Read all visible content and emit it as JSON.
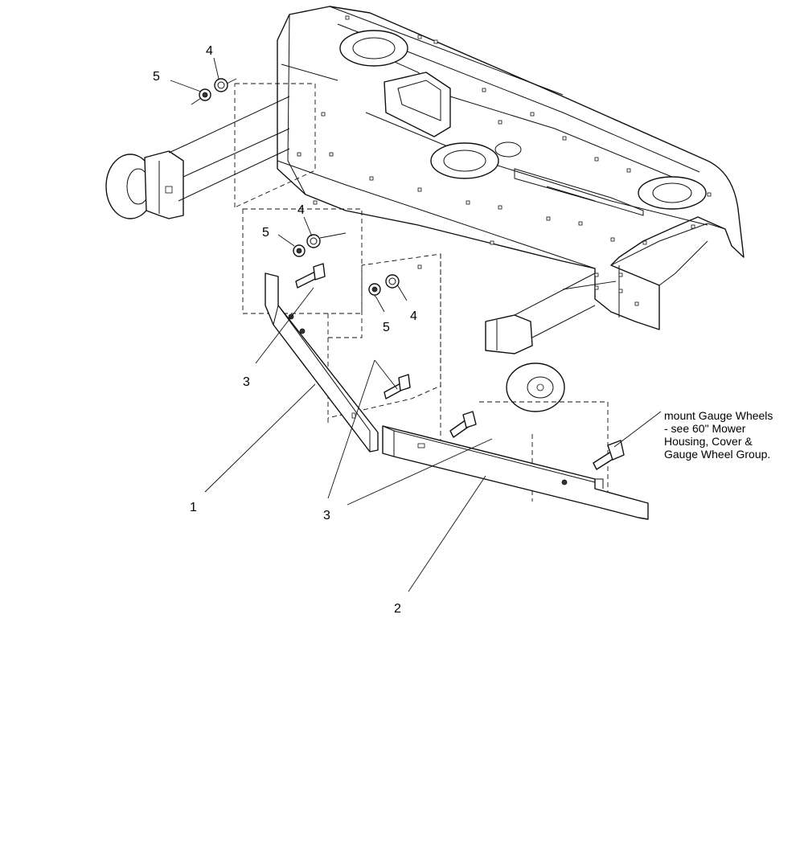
{
  "callouts": {
    "c1": "1",
    "c2": "2",
    "c3a": "3",
    "c3b": "3",
    "c4a": "4",
    "c4b": "4",
    "c4c": "4",
    "c5a": "5",
    "c5b": "5",
    "c5c": "5"
  },
  "note": {
    "line1": "mount Gauge Wheels",
    "line2": "- see 60\" Mower",
    "line3": "Housing, Cover &",
    "line4": "Gauge Wheel Group."
  },
  "colors": {
    "ink": "#111111",
    "paper": "#ffffff"
  }
}
